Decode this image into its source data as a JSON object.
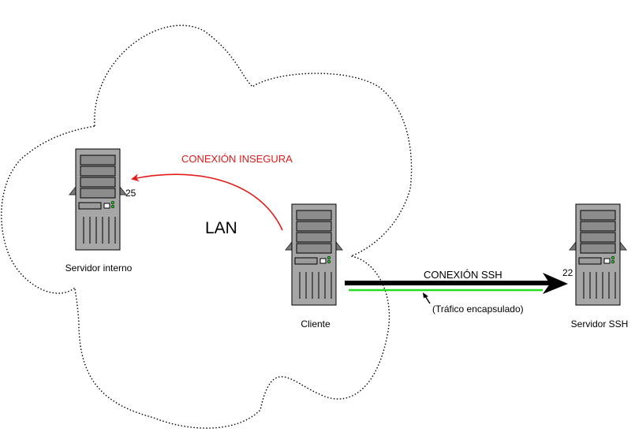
{
  "labels": {
    "lan": "LAN",
    "insecure_connection": "CONEXIÓN INSEGURA",
    "ssh_connection": "CONEXIÓN SSH",
    "encapsulated_traffic": "(Tráfico encapsulado)",
    "port_internal": "25",
    "port_ssh": "22"
  },
  "nodes": {
    "internal_server": "Servidor interno",
    "client": "Cliente",
    "ssh_server": "Servidor SSH"
  },
  "colors": {
    "insecure": "#e31b1b",
    "tunnel": "#000000",
    "traffic": "#22dd22",
    "server_body": "#a6a6a6",
    "cloud_border": "#000000"
  },
  "icons": {
    "server": "server-tower-icon",
    "cloud": "network-cloud"
  }
}
